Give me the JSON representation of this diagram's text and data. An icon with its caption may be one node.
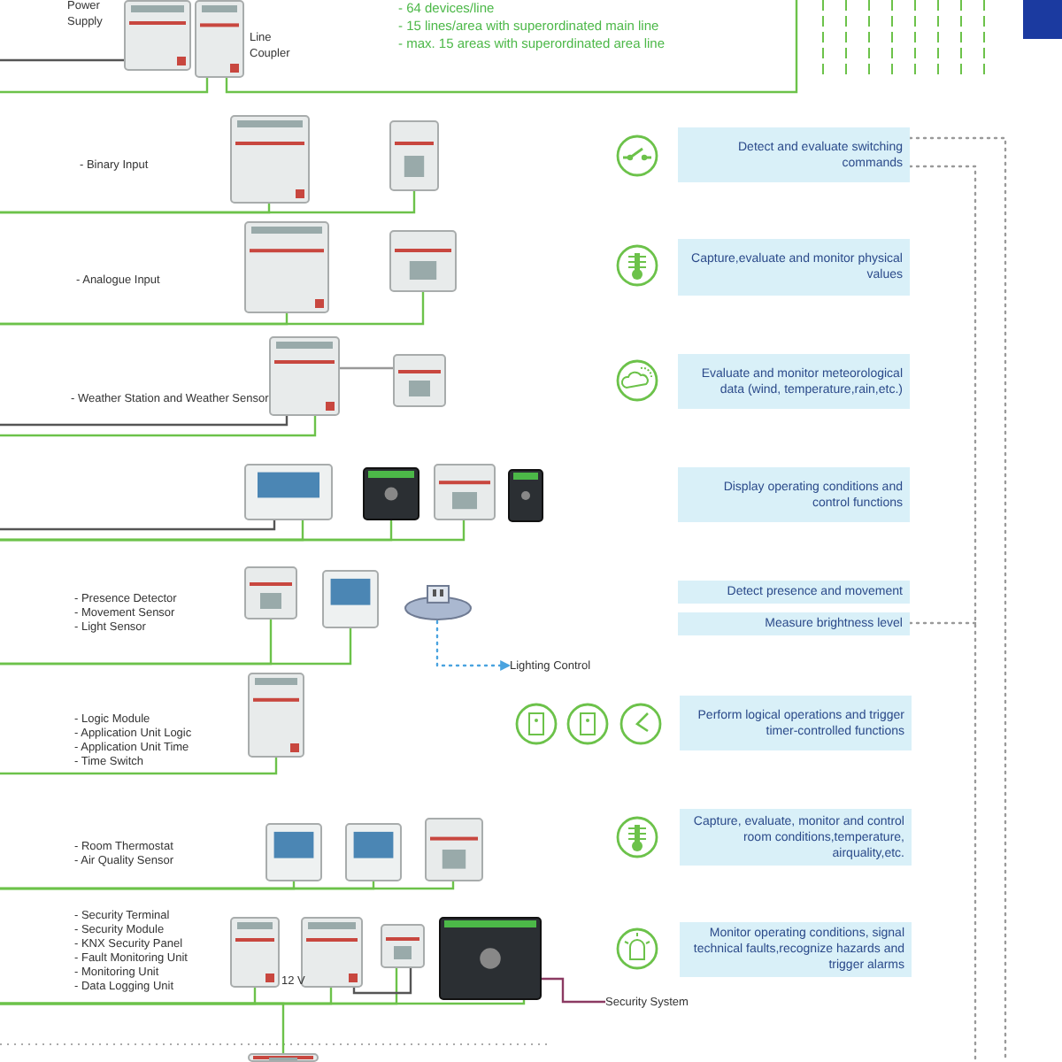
{
  "diagram": {
    "nodes": [
      {
        "text": [],
        "shape": "picture",
        "beside": [
          "Power Supply"
        ]
      },
      {
        "text": [],
        "shape": "picture",
        "beside": [
          "Line Coupler"
        ]
      },
      {
        "text": [],
        "shape": "picture"
      },
      {
        "text": [],
        "shape": "picture"
      },
      {
        "text": [
          "Detect and evaluate switching commands"
        ]
      },
      {
        "text": [],
        "shape": "picture"
      },
      {
        "text": [],
        "shape": "picture"
      },
      {
        "text": [
          "Capture,evaluate and monitor physical values"
        ]
      },
      {
        "text": [],
        "shape": "picture"
      },
      {
        "text": [],
        "shape": "picture"
      },
      {
        "text": [
          "Evaluate and monitor meteorological data (wind, temperature,rain,etc.)"
        ]
      },
      {
        "text": [],
        "shape": "picture"
      },
      {
        "text": [],
        "shape": "picture"
      },
      {
        "text": [],
        "shape": "picture"
      },
      {
        "text": [],
        "shape": "picture"
      },
      {
        "text": [
          "Display operating conditions and control functions"
        ]
      },
      {
        "text": [],
        "shape": "picture"
      },
      {
        "text": [],
        "shape": "picture"
      },
      {
        "text": [],
        "shape": "circle"
      },
      {
        "text": [
          "Lighting Control"
        ]
      },
      {
        "text": [
          "Detect presence and movement"
        ]
      },
      {
        "text": [
          "Measure brightness level"
        ]
      },
      {
        "text": [],
        "shape": "picture"
      },
      {
        "text": [
          "Perform logical operations and trigger timer-controlled functions"
        ]
      },
      {
        "text": [],
        "shape": "picture"
      },
      {
        "text": [],
        "shape": "picture"
      },
      {
        "text": [],
        "shape": "picture"
      },
      {
        "text": [
          "Capture, evaluate, monitor and control room conditions,temperature, airquality,etc."
        ]
      },
      {
        "text": [],
        "shape": "picture"
      },
      {
        "text": [],
        "shape": "picture"
      },
      {
        "text": [],
        "shape": "picture"
      },
      {
        "text": [],
        "shape": "picture"
      },
      {
        "text": [
          "Security System"
        ]
      },
      {
        "text": [
          "Monitor operating conditions, signal technical faults,recognize hazards and trigger alarms"
        ]
      },
      {
        "text": [],
        "shape": "picture"
      }
    ],
    "edges": [
      {
        "from": null,
        "to": 1,
        "arrow": "none"
      },
      {
        "from": 1,
        "to": null,
        "arrow": "none"
      },
      {
        "from": null,
        "to": 0,
        "arrow": "none",
        "color": "#555555"
      },
      {
        "from": null,
        "to": 2,
        "arrow": "none"
      },
      {
        "from": null,
        "to": 3,
        "arrow": "none"
      },
      {
        "from": null,
        "to": 5,
        "arrow": "none"
      },
      {
        "from": null,
        "to": 6,
        "arrow": "none"
      },
      {
        "from": null,
        "to": 8,
        "arrow": "none"
      },
      {
        "from": null,
        "to": 8,
        "arrow": "none",
        "color": "#555555"
      },
      {
        "from": 8,
        "to": 9,
        "arrow": "none",
        "color": "#999999"
      },
      {
        "from": null,
        "to": 11,
        "arrow": "none",
        "color": "#555555"
      },
      {
        "from": null,
        "to": 11,
        "arrow": "none"
      },
      {
        "from": null,
        "to": 12,
        "arrow": "none"
      },
      {
        "from": null,
        "to": 13,
        "arrow": "none"
      },
      {
        "from": null,
        "to": 16,
        "arrow": "none"
      },
      {
        "from": null,
        "to": 17,
        "arrow": "none"
      },
      {
        "from": 18,
        "to": 19,
        "arrow": "to",
        "style": "dashed",
        "color": "#4aa3df"
      },
      {
        "from": null,
        "to": 22,
        "arrow": "none"
      },
      {
        "from": null,
        "to": 24,
        "arrow": "none"
      },
      {
        "from": null,
        "to": 25,
        "arrow": "none"
      },
      {
        "from": null,
        "to": 26,
        "arrow": "none"
      },
      {
        "from": null,
        "to": 28,
        "arrow": "none"
      },
      {
        "from": null,
        "to": 29,
        "arrow": "none"
      },
      {
        "from": null,
        "to": 30,
        "arrow": "none"
      },
      {
        "from": null,
        "to": 31,
        "arrow": "none"
      },
      {
        "from": null,
        "to": 34,
        "arrow": "none"
      },
      {
        "from": 29,
        "to": 30,
        "arrow": "none",
        "color": "#555555"
      },
      {
        "from": 31,
        "to": 32,
        "arrow": "none",
        "color": "#8b3a62"
      },
      {
        "from": 4,
        "to": null,
        "arrow": "none",
        "style": "dashed",
        "color": "#9a9a9a"
      },
      {
        "from": 4,
        "to": null,
        "arrow": "none",
        "style": "dashed",
        "color": "#9a9a9a"
      },
      {
        "from": 21,
        "to": null,
        "arrow": "none",
        "style": "dashed",
        "color": "#9a9a9a"
      }
    ],
    "labels": [
      "- 64 devices/line",
      "- 15 lines/area with superordinated main line",
      "- max. 15 areas with superordinated area line",
      "- Binary Input",
      "- Analogue Input",
      "- Weather Station and Weather Sensor",
      "- Presence Detector",
      "- Movement Sensor",
      "- Light Sensor",
      "- Logic Module",
      "- Application Unit Logic",
      "- Application Unit Time",
      "- Time Switch",
      "- Room Thermostat",
      "- Air Quality Sensor",
      "- Security Terminal",
      "- Security Module",
      "- KNX Security Panel",
      "- Fault Monitoring Unit",
      "- Monitoring Unit",
      "- Data Logging Unit",
      "12 V"
    ]
  }
}
